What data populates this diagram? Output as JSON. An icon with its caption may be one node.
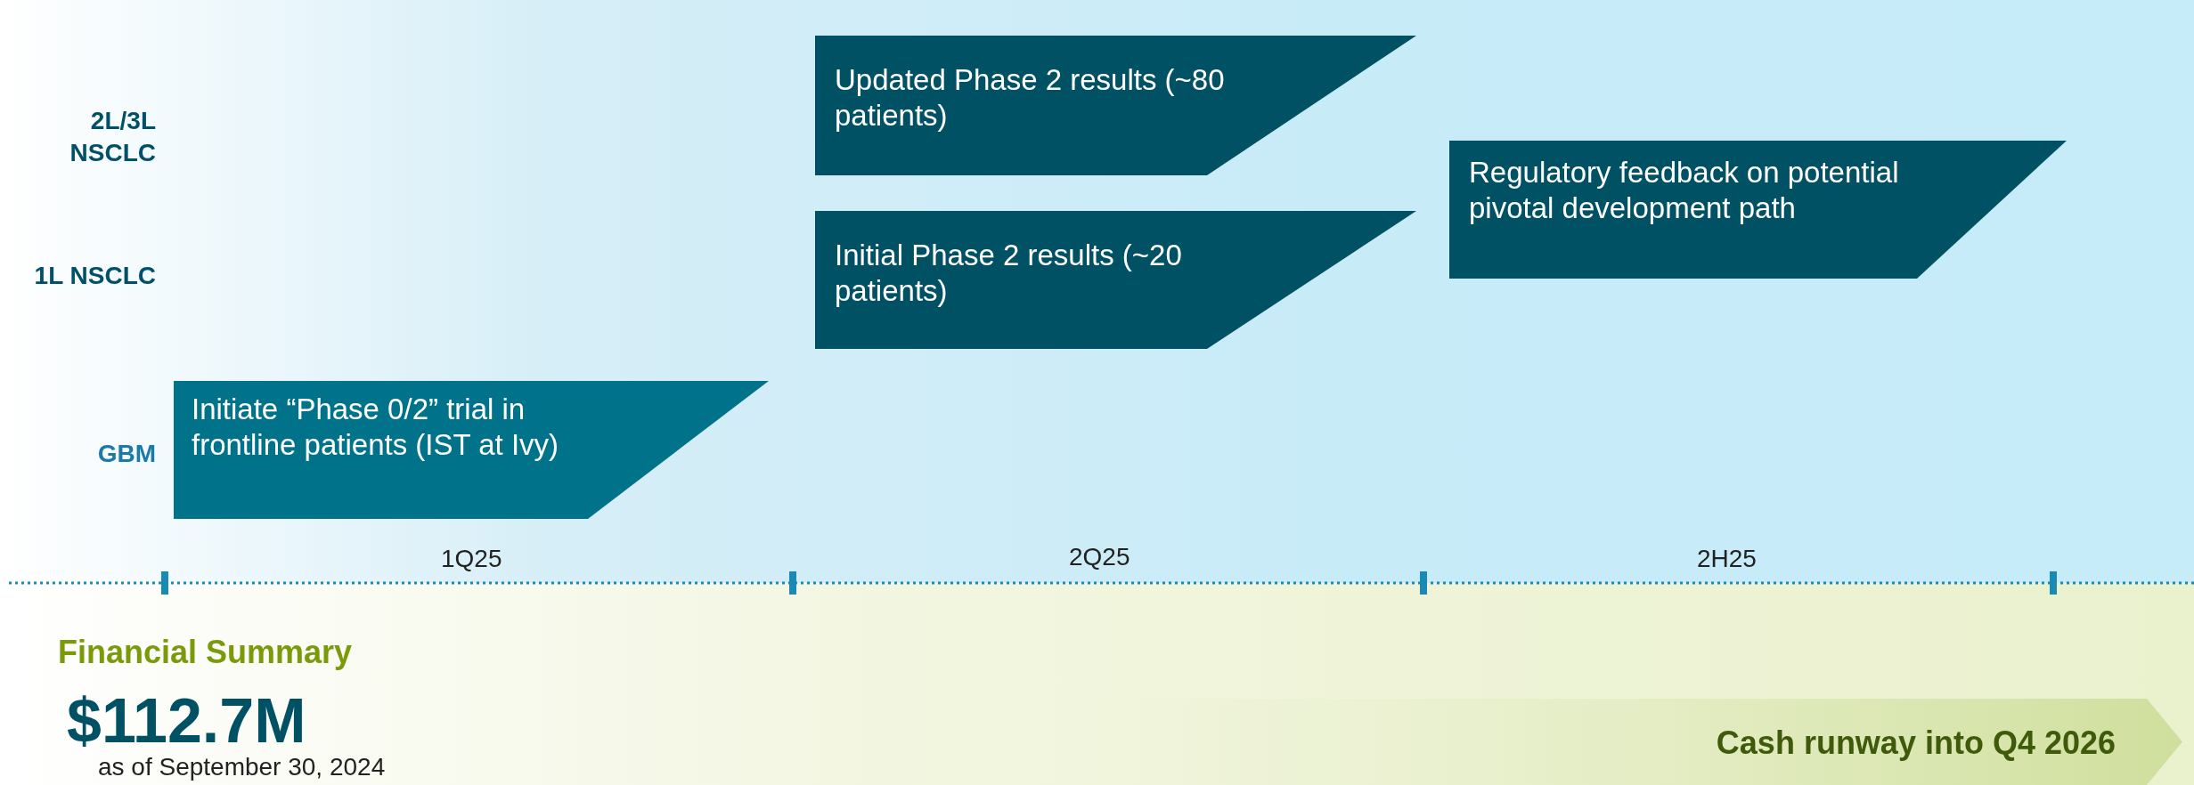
{
  "diagram": {
    "nodes": [
      {
        "text": [
          "Updated Phase 2 results (~80 patients)"
        ]
      },
      {
        "text": [
          "Regulatory feedback on potential pivotal development path"
        ]
      },
      {
        "text": [
          "Initial Phase 2 results (~20 patients)"
        ]
      },
      {
        "text": [
          "Initiate “Phase 0/2” trial in frontline patients (IST at Ivy)"
        ]
      },
      {
        "text": [
          "Cash runway into Q4 2026"
        ]
      }
    ],
    "edges": [],
    "labels": [
      "2L/3L NSCLC",
      "1L NSCLC",
      "GBM",
      "1Q25",
      "2Q25",
      "2H25",
      "Financial Summary",
      "$112.7M",
      "as of September 30, 2024"
    ]
  }
}
